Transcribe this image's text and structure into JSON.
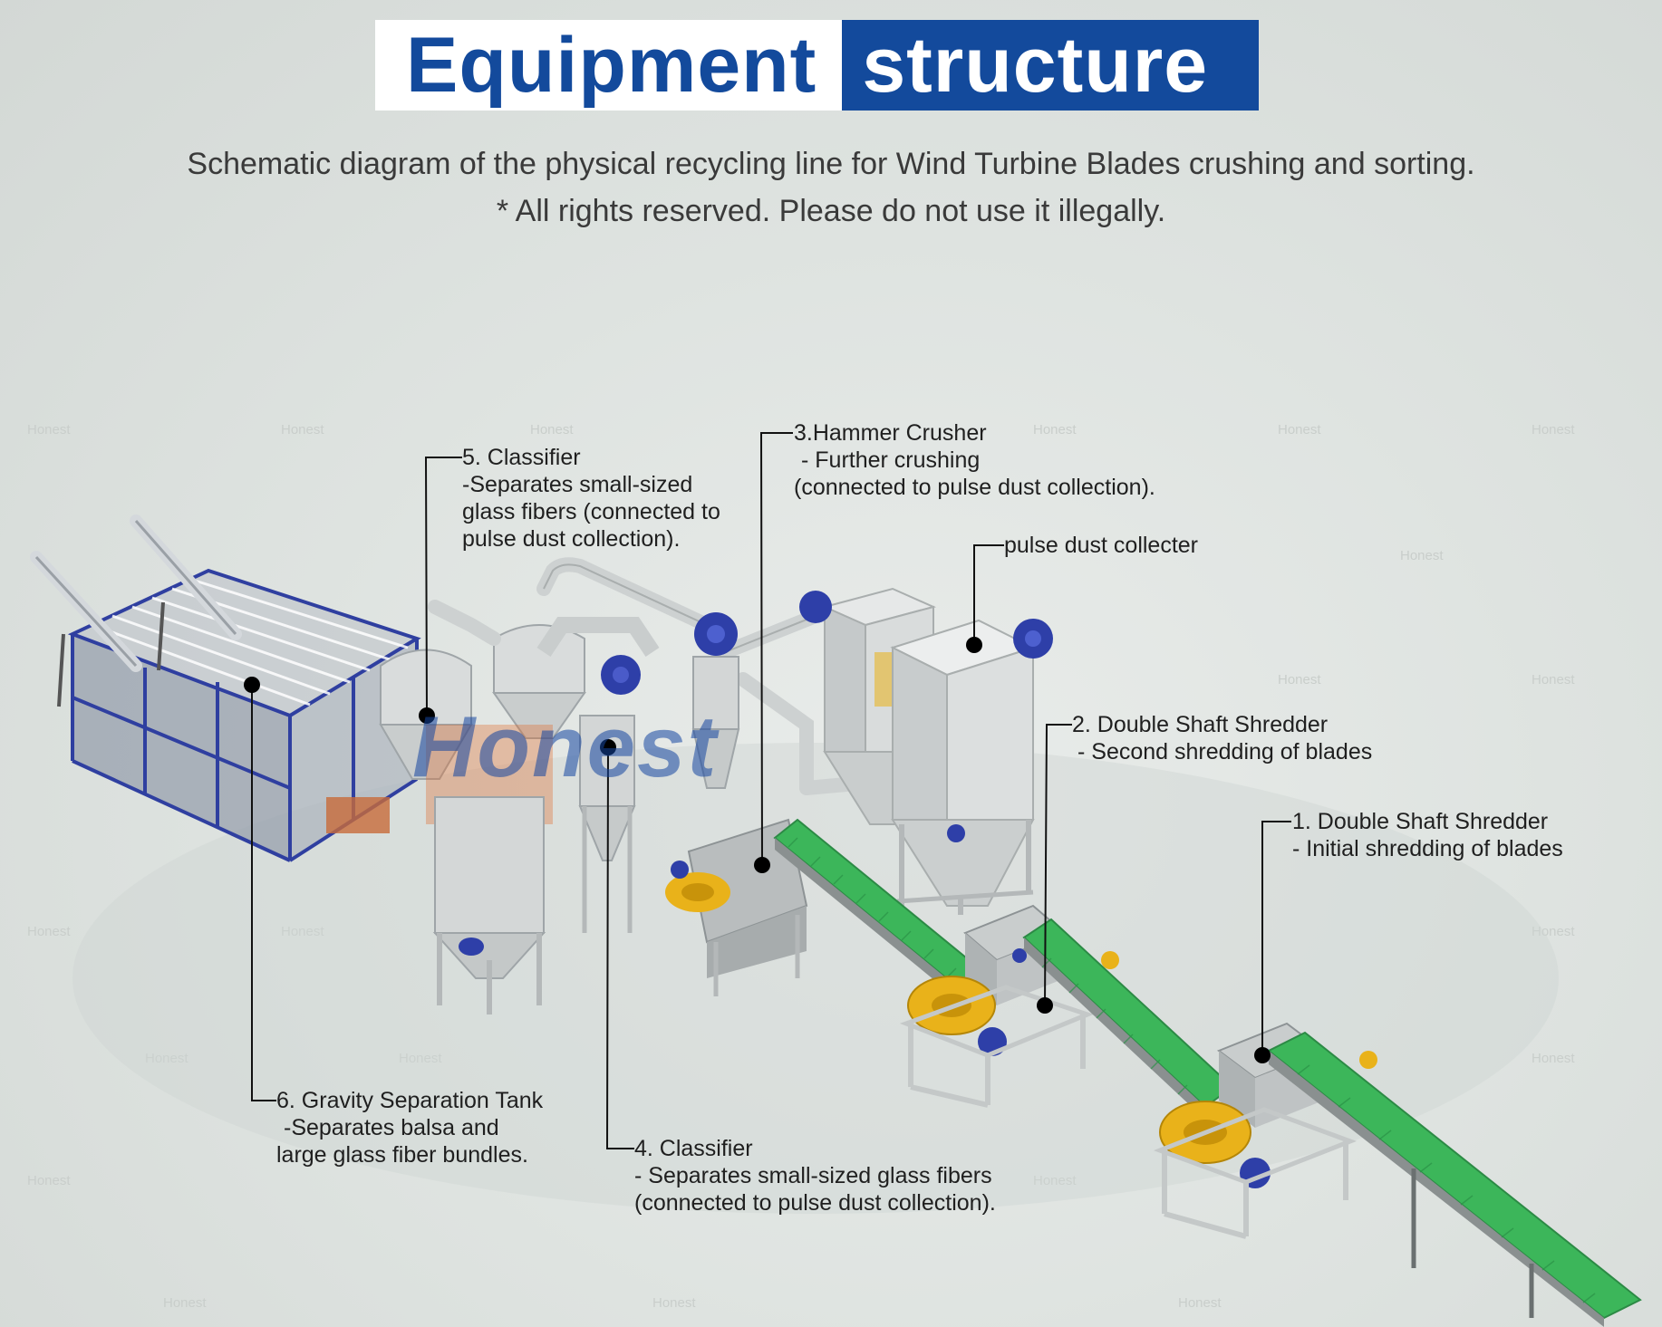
{
  "header": {
    "title_part1": "Equipment",
    "title_part2": "structure",
    "subtitle_line1": "Schematic diagram of the physical recycling line for Wind Turbine Blades crushing and sorting.",
    "subtitle_line2": "* All rights reserved. Please do not use it illegally."
  },
  "brand": {
    "logo_text": "Honest",
    "watermark_text": "Honest"
  },
  "components": [
    {
      "id": "1",
      "title": "1. Double Shaft Shredder",
      "lines": [
        "- Initial shredding of blades"
      ]
    },
    {
      "id": "2",
      "title": "2. Double Shaft Shredder",
      "lines": [
        "- Second shredding of blades"
      ]
    },
    {
      "id": "3",
      "title": "3.Hammer Crusher",
      "lines": [
        "- Further crushing",
        "(connected to pulse dust collection)."
      ]
    },
    {
      "id": "4",
      "title": "4. Classifier",
      "lines": [
        "- Separates small-sized glass fibers",
        "(connected to pulse dust collection)."
      ]
    },
    {
      "id": "5",
      "title": "5. Classifier",
      "lines": [
        "-Separates small-sized",
        "glass fibers (connected to",
        "pulse dust collection)."
      ]
    },
    {
      "id": "6",
      "title": "6. Gravity Separation Tank",
      "lines": [
        "-Separates balsa and",
        "large glass fiber bundles."
      ]
    },
    {
      "id": "dust",
      "title": "pulse dust collecter",
      "lines": []
    }
  ],
  "colors": {
    "title_blue": "#134a9c",
    "conveyor_green": "#3cb65a",
    "motor_yellow": "#e9b21a",
    "motor_blue": "#2e3fa8",
    "frame_blue": "#2f3fa0",
    "steel_grey": "#c8cccb"
  }
}
